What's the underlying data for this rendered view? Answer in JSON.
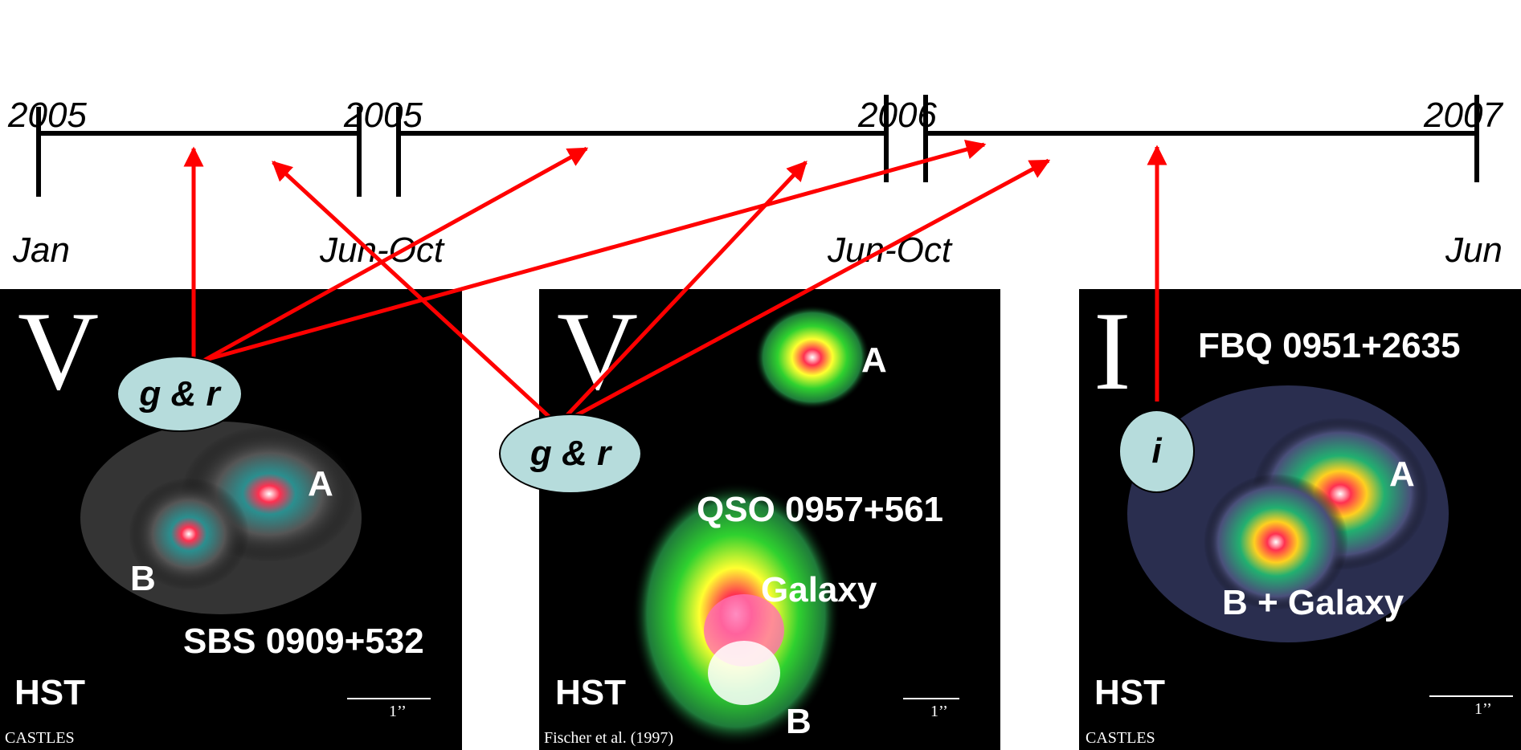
{
  "timeline": {
    "labels": [
      {
        "line1": "2005",
        "line2": "Jan"
      },
      {
        "line1": "2005",
        "line2": "Jun-Oct"
      },
      {
        "line1": "2006",
        "line2": "Jun-Oct"
      },
      {
        "line1": "2007",
        "line2": "Jun"
      }
    ]
  },
  "panels": [
    {
      "filter": "V",
      "object": "SBS 0909+532",
      "image_labels": [
        "A",
        "B"
      ],
      "telescope": "HST",
      "credit": "CASTLES",
      "scale": "1’’",
      "colors": {
        "outer": "#555555",
        "mid": "#2a8f8f",
        "core": "#ff3050"
      }
    },
    {
      "filter": "V",
      "object": "QSO 0957+561",
      "image_labels": [
        "A",
        "Galaxy",
        "B"
      ],
      "telescope": "HST",
      "credit": "Fischer et al. (1997)",
      "scale": "1’’",
      "colors": {
        "outer": "#1f7a3a",
        "mid": "#2fd12f",
        "core": "#ff3050"
      }
    },
    {
      "filter": "I",
      "object": "FBQ 0951+2635",
      "image_labels": [
        "A",
        "B + Galaxy"
      ],
      "telescope": "HST",
      "credit": "CASTLES",
      "scale": "1’’",
      "colors": {
        "outer": "#4a4f7a",
        "mid": "#22b070",
        "core": "#ff3050"
      }
    }
  ],
  "bands": [
    "g & r",
    "g & r",
    "i"
  ],
  "colors": {
    "arrow": "#ff0000",
    "ellipse_fill": "#b6dcdc",
    "timeline": "#000000"
  }
}
